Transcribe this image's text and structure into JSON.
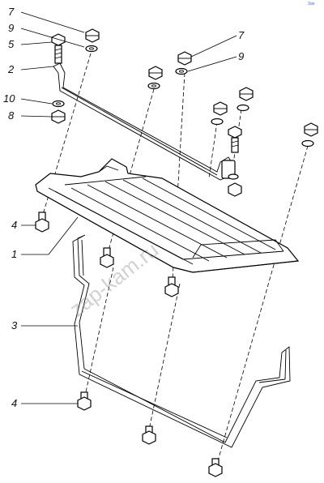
{
  "corner_mark": "Зап",
  "watermark": "zap-kam.ru",
  "callouts": {
    "c7a": "7",
    "c9a": "9",
    "c5": "5",
    "c2": "2",
    "c10": "10",
    "c8": "8",
    "c7b": "7",
    "c9b": "9",
    "c4a": "4",
    "c1": "1",
    "c3": "3",
    "c4b": "4"
  }
}
